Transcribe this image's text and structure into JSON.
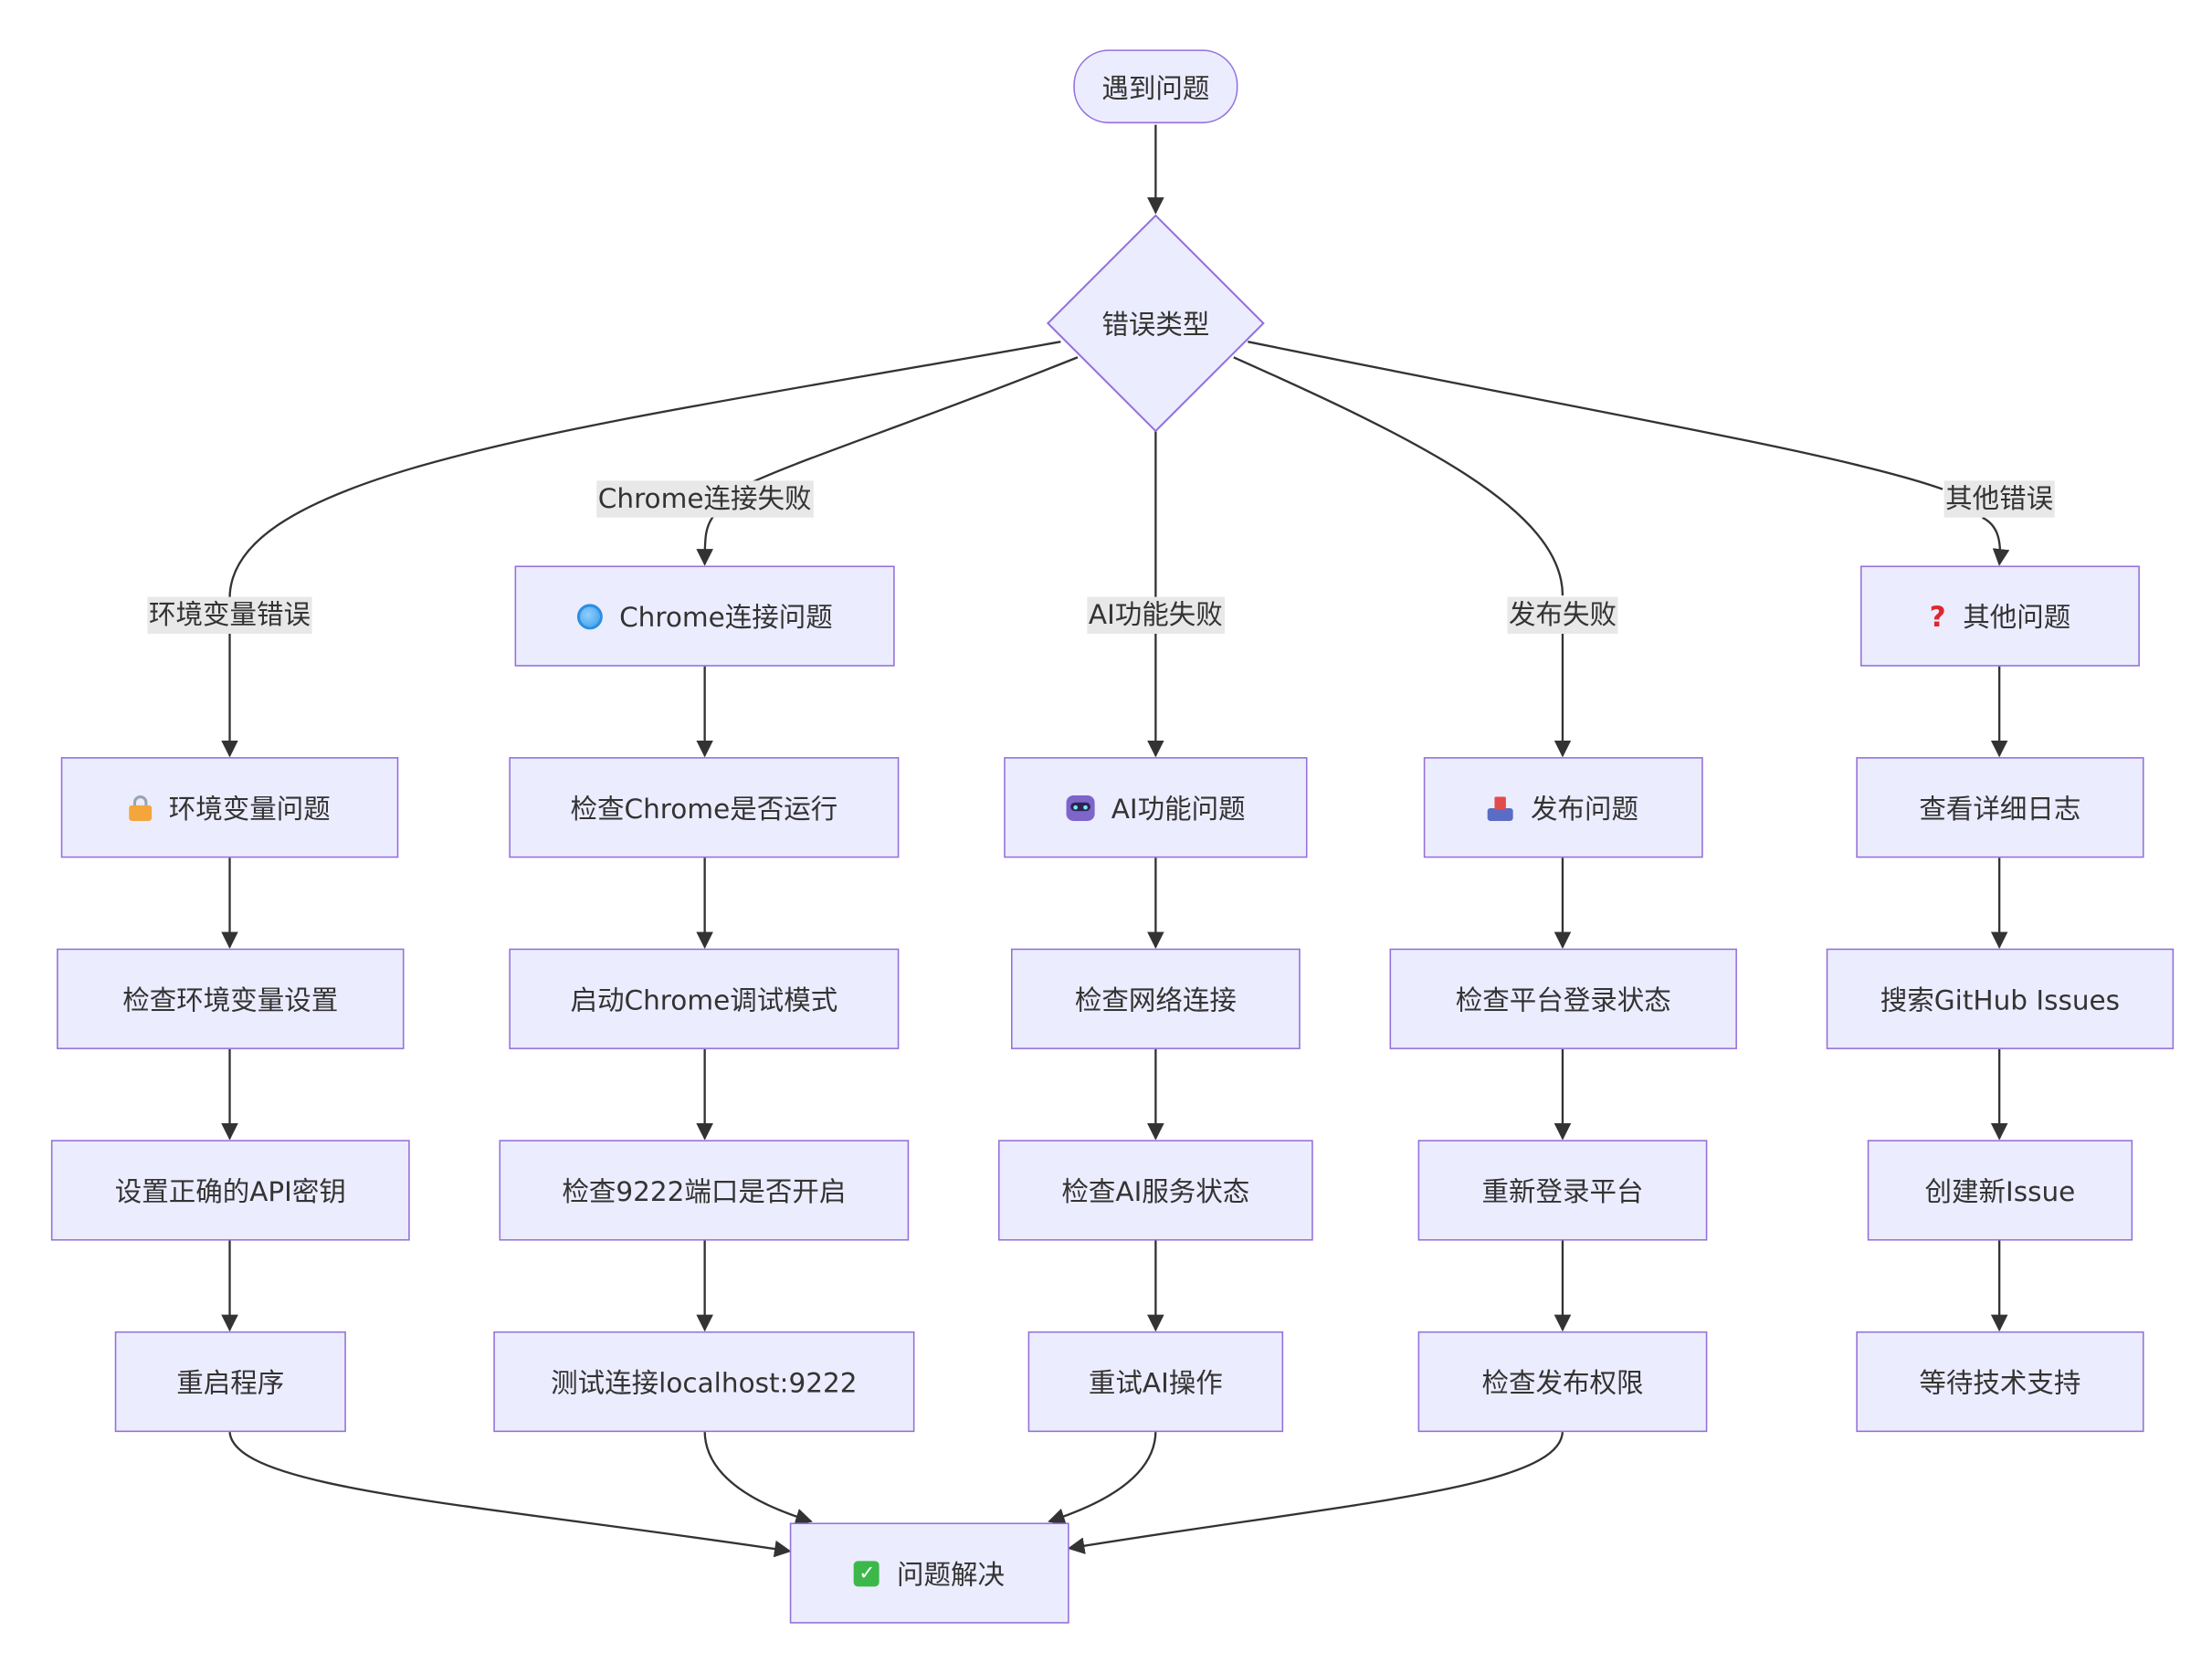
{
  "diagram": {
    "start": "遇到问题",
    "decision": "错误类型",
    "end": "问题解决",
    "branches": [
      {
        "edge_label": "环境变量错误",
        "header": "环境变量问题",
        "header_icon": "lock-icon",
        "steps": [
          "检查环境变量设置",
          "设置正确的API密钥",
          "重启程序"
        ]
      },
      {
        "edge_label": "Chrome连接失败",
        "header": "Chrome连接问题",
        "header_icon": "globe-icon",
        "steps": [
          "检查Chrome是否运行",
          "启动Chrome调试模式",
          "检查9222端口是否开启",
          "测试连接localhost:9222"
        ]
      },
      {
        "edge_label": "AI功能失败",
        "header": "AI功能问题",
        "header_icon": "robot-icon",
        "steps": [
          "检查网络连接",
          "检查AI服务状态",
          "重试AI操作"
        ]
      },
      {
        "edge_label": "发布失败",
        "header": "发布问题",
        "header_icon": "outbox-tray-icon",
        "steps": [
          "检查平台登录状态",
          "重新登录平台",
          "检查发布权限"
        ]
      },
      {
        "edge_label": "其他错误",
        "header": "其他问题",
        "header_icon": "question-mark-icon",
        "steps": [
          "查看详细日志",
          "搜索GitHub Issues",
          "创建新Issue",
          "等待技术支持"
        ]
      }
    ],
    "colors": {
      "node_fill": "#ECECFF",
      "node_stroke": "#9370DB",
      "edge": "#333333",
      "label_bg": "#e8e8e8"
    }
  }
}
